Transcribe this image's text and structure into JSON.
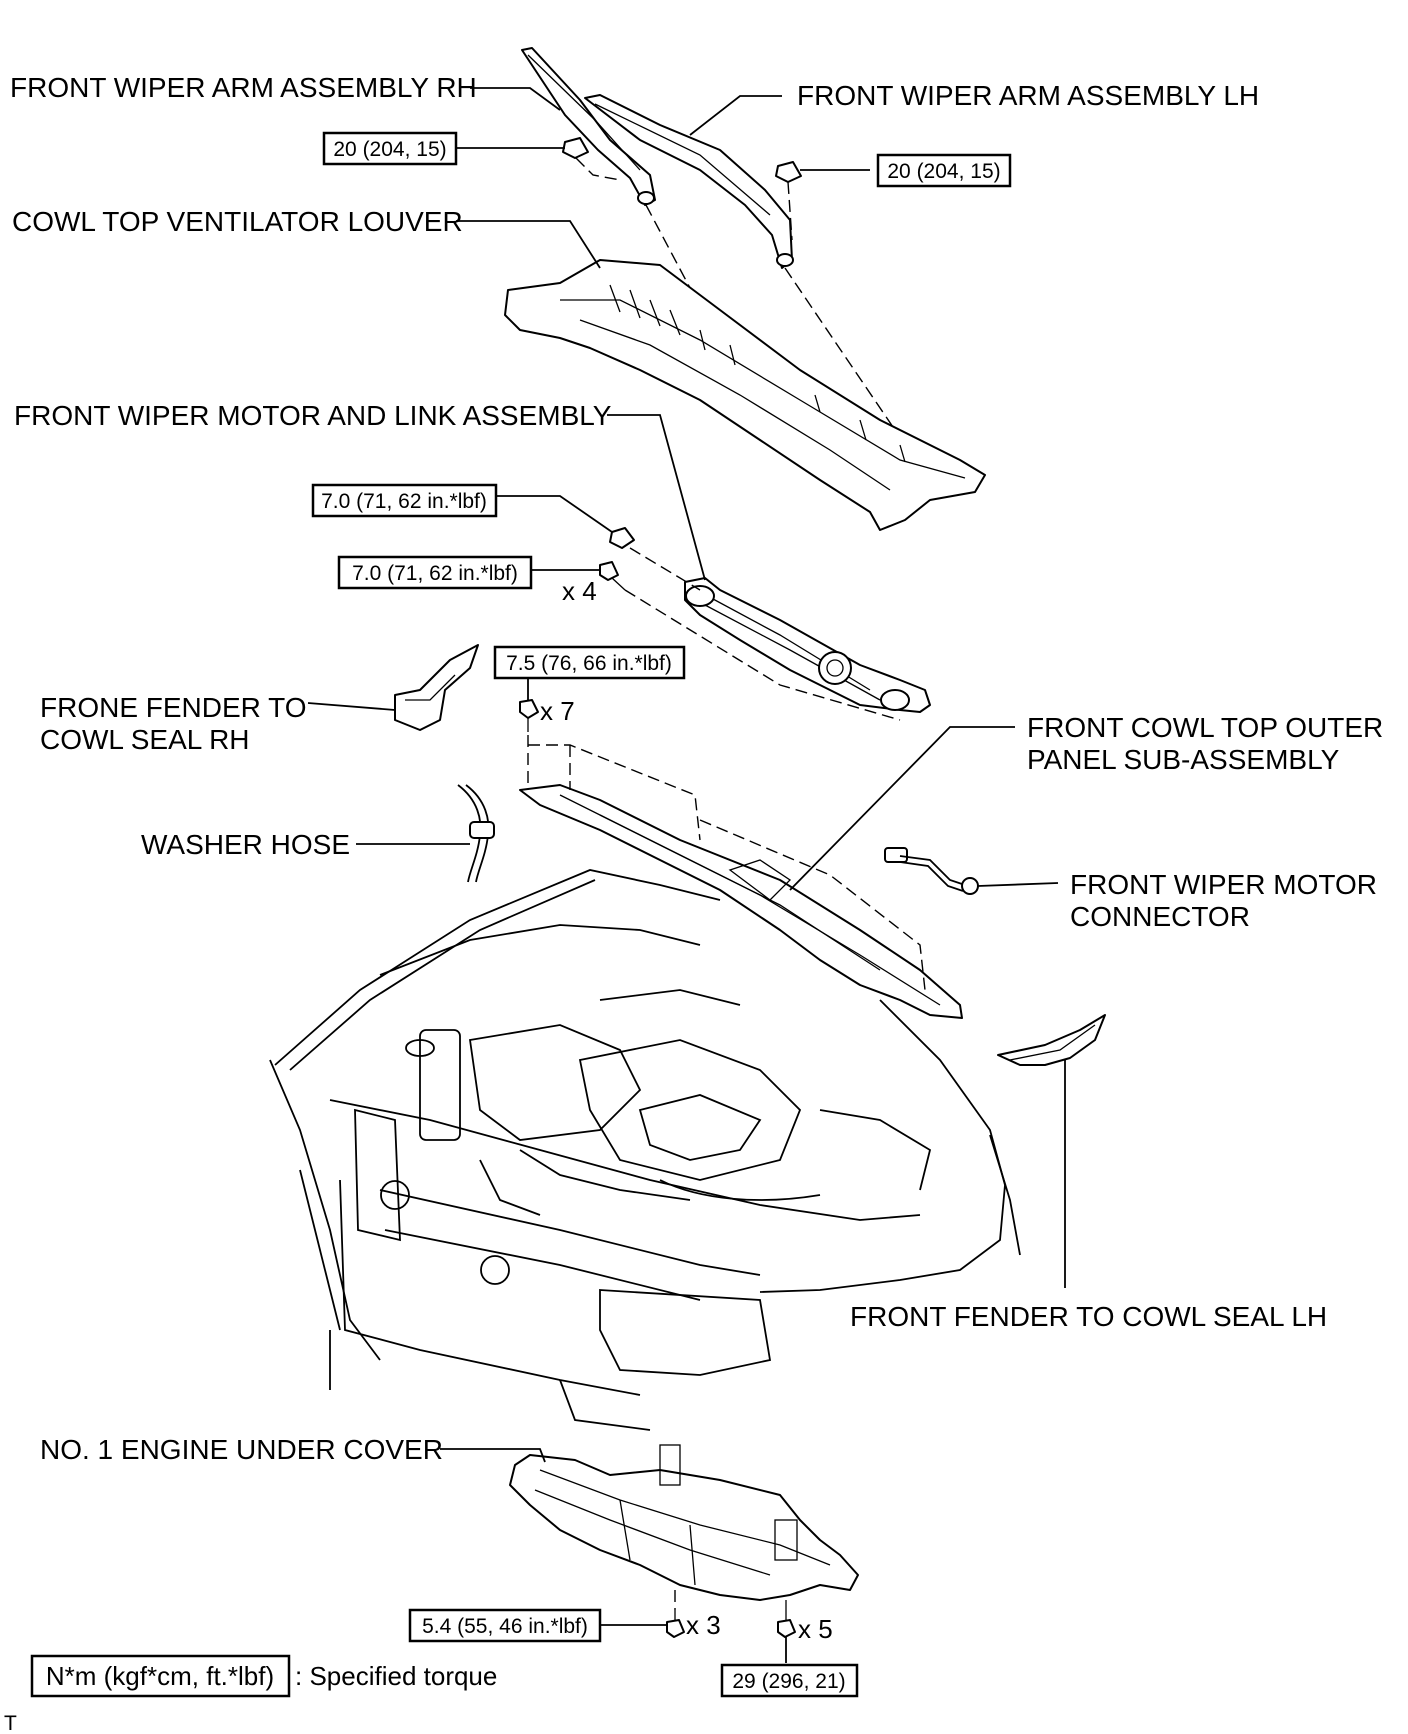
{
  "labels": {
    "wiper_arm_rh": "FRONT WIPER ARM ASSEMBLY RH",
    "wiper_arm_lh": "FRONT WIPER ARM ASSEMBLY LH",
    "cowl_louver": "COWL TOP VENTILATOR LOUVER",
    "motor_link": "FRONT WIPER MOTOR AND LINK ASSEMBLY",
    "seal_rh_line1": "FRONE FENDER TO",
    "seal_rh_line2": "COWL SEAL RH",
    "cowl_panel_line1": "FRONT COWL TOP OUTER",
    "cowl_panel_line2": "PANEL SUB-ASSEMBLY",
    "washer_hose": "WASHER HOSE",
    "motor_connector_line1": "FRONT WIPER MOTOR",
    "motor_connector_line2": "CONNECTOR",
    "seal_lh": "FRONT FENDER TO COWL SEAL LH",
    "under_cover": "NO. 1 ENGINE UNDER COVER"
  },
  "torques": {
    "arm_rh_nut": "20 (204, 15)",
    "arm_lh_nut": "20 (204, 15)",
    "motor_nut": "7.0 (71, 62 in.*lbf)",
    "motor_bolt": "7.0 (71, 62 in.*lbf)",
    "panel_bolt": "7.5 (76, 66 in.*lbf)",
    "cover_bolt_a": "5.4 (55, 46 in.*lbf)",
    "cover_bolt_b": "29 (296, 21)"
  },
  "quantities": {
    "motor_bolt": "x 4",
    "panel_bolt": "x 7",
    "cover_bolt_a": "x 3",
    "cover_bolt_b": "x 5"
  },
  "legend": {
    "unit": "N*m (kgf*cm, ft.*lbf)",
    "description": ": Specified torque"
  },
  "corner_mark": "T"
}
